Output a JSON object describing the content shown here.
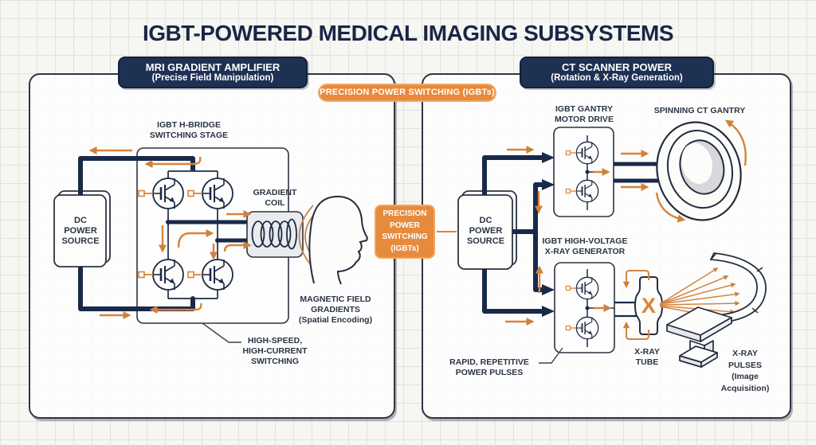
{
  "title": "IGBT-POWERED MEDICAL IMAGING SUBSYSTEMS",
  "banner": {
    "label": "PRECISION POWER SWITCHING (IGBTs)"
  },
  "badge": {
    "lines": [
      "PRECISION",
      "POWER",
      "SWITCHING",
      "(IGBTs)"
    ]
  },
  "colors": {
    "accent_orange": "#e78a3c",
    "header_navy": "#1d3153",
    "wire_navy": "#19294a",
    "outline_dark": "#2c3340",
    "label_text": "#2b3444"
  },
  "mri": {
    "header": {
      "title": "MRI GRADIENT AMPLIFIER",
      "subtitle": "(Precise Field Manipulation)"
    },
    "labels": {
      "dc_source": [
        "DC",
        "POWER",
        "SOURCE"
      ],
      "h_bridge": [
        "IGBT H-BRIDGE",
        "SWITCHING STAGE"
      ],
      "gradient_coil": [
        "GRADIENT",
        "COIL"
      ],
      "magnetic_field": [
        "MAGNETIC FIELD",
        "GRADIENTS",
        "(Spatial Encoding)"
      ],
      "high_speed_switching": [
        "HIGH-SPEED,",
        "HIGH-CURRENT",
        "SWITCHING"
      ]
    }
  },
  "ct": {
    "header": {
      "title": "CT SCANNER POWER",
      "subtitle": "(Rotation & X-Ray Generation)"
    },
    "labels": {
      "dc_source": [
        "DC",
        "POWER",
        "SOURCE"
      ],
      "motor_drive": [
        "IGBT GANTRY",
        "MOTOR DRIVE"
      ],
      "spinning_gantry": "SPINNING CT GANTRY",
      "xray_generator": [
        "IGBT HIGH-VOLTAGE",
        "X-RAY GENERATOR"
      ],
      "xray_tube": [
        "X-RAY",
        "TUBE"
      ],
      "xray_pulses": [
        "X-RAY",
        "PULSES",
        "(Image",
        "Acquisition)"
      ],
      "power_pulses": [
        "RAPID, REPETITIVE",
        "POWER PULSES"
      ],
      "x_marker": "X"
    }
  }
}
